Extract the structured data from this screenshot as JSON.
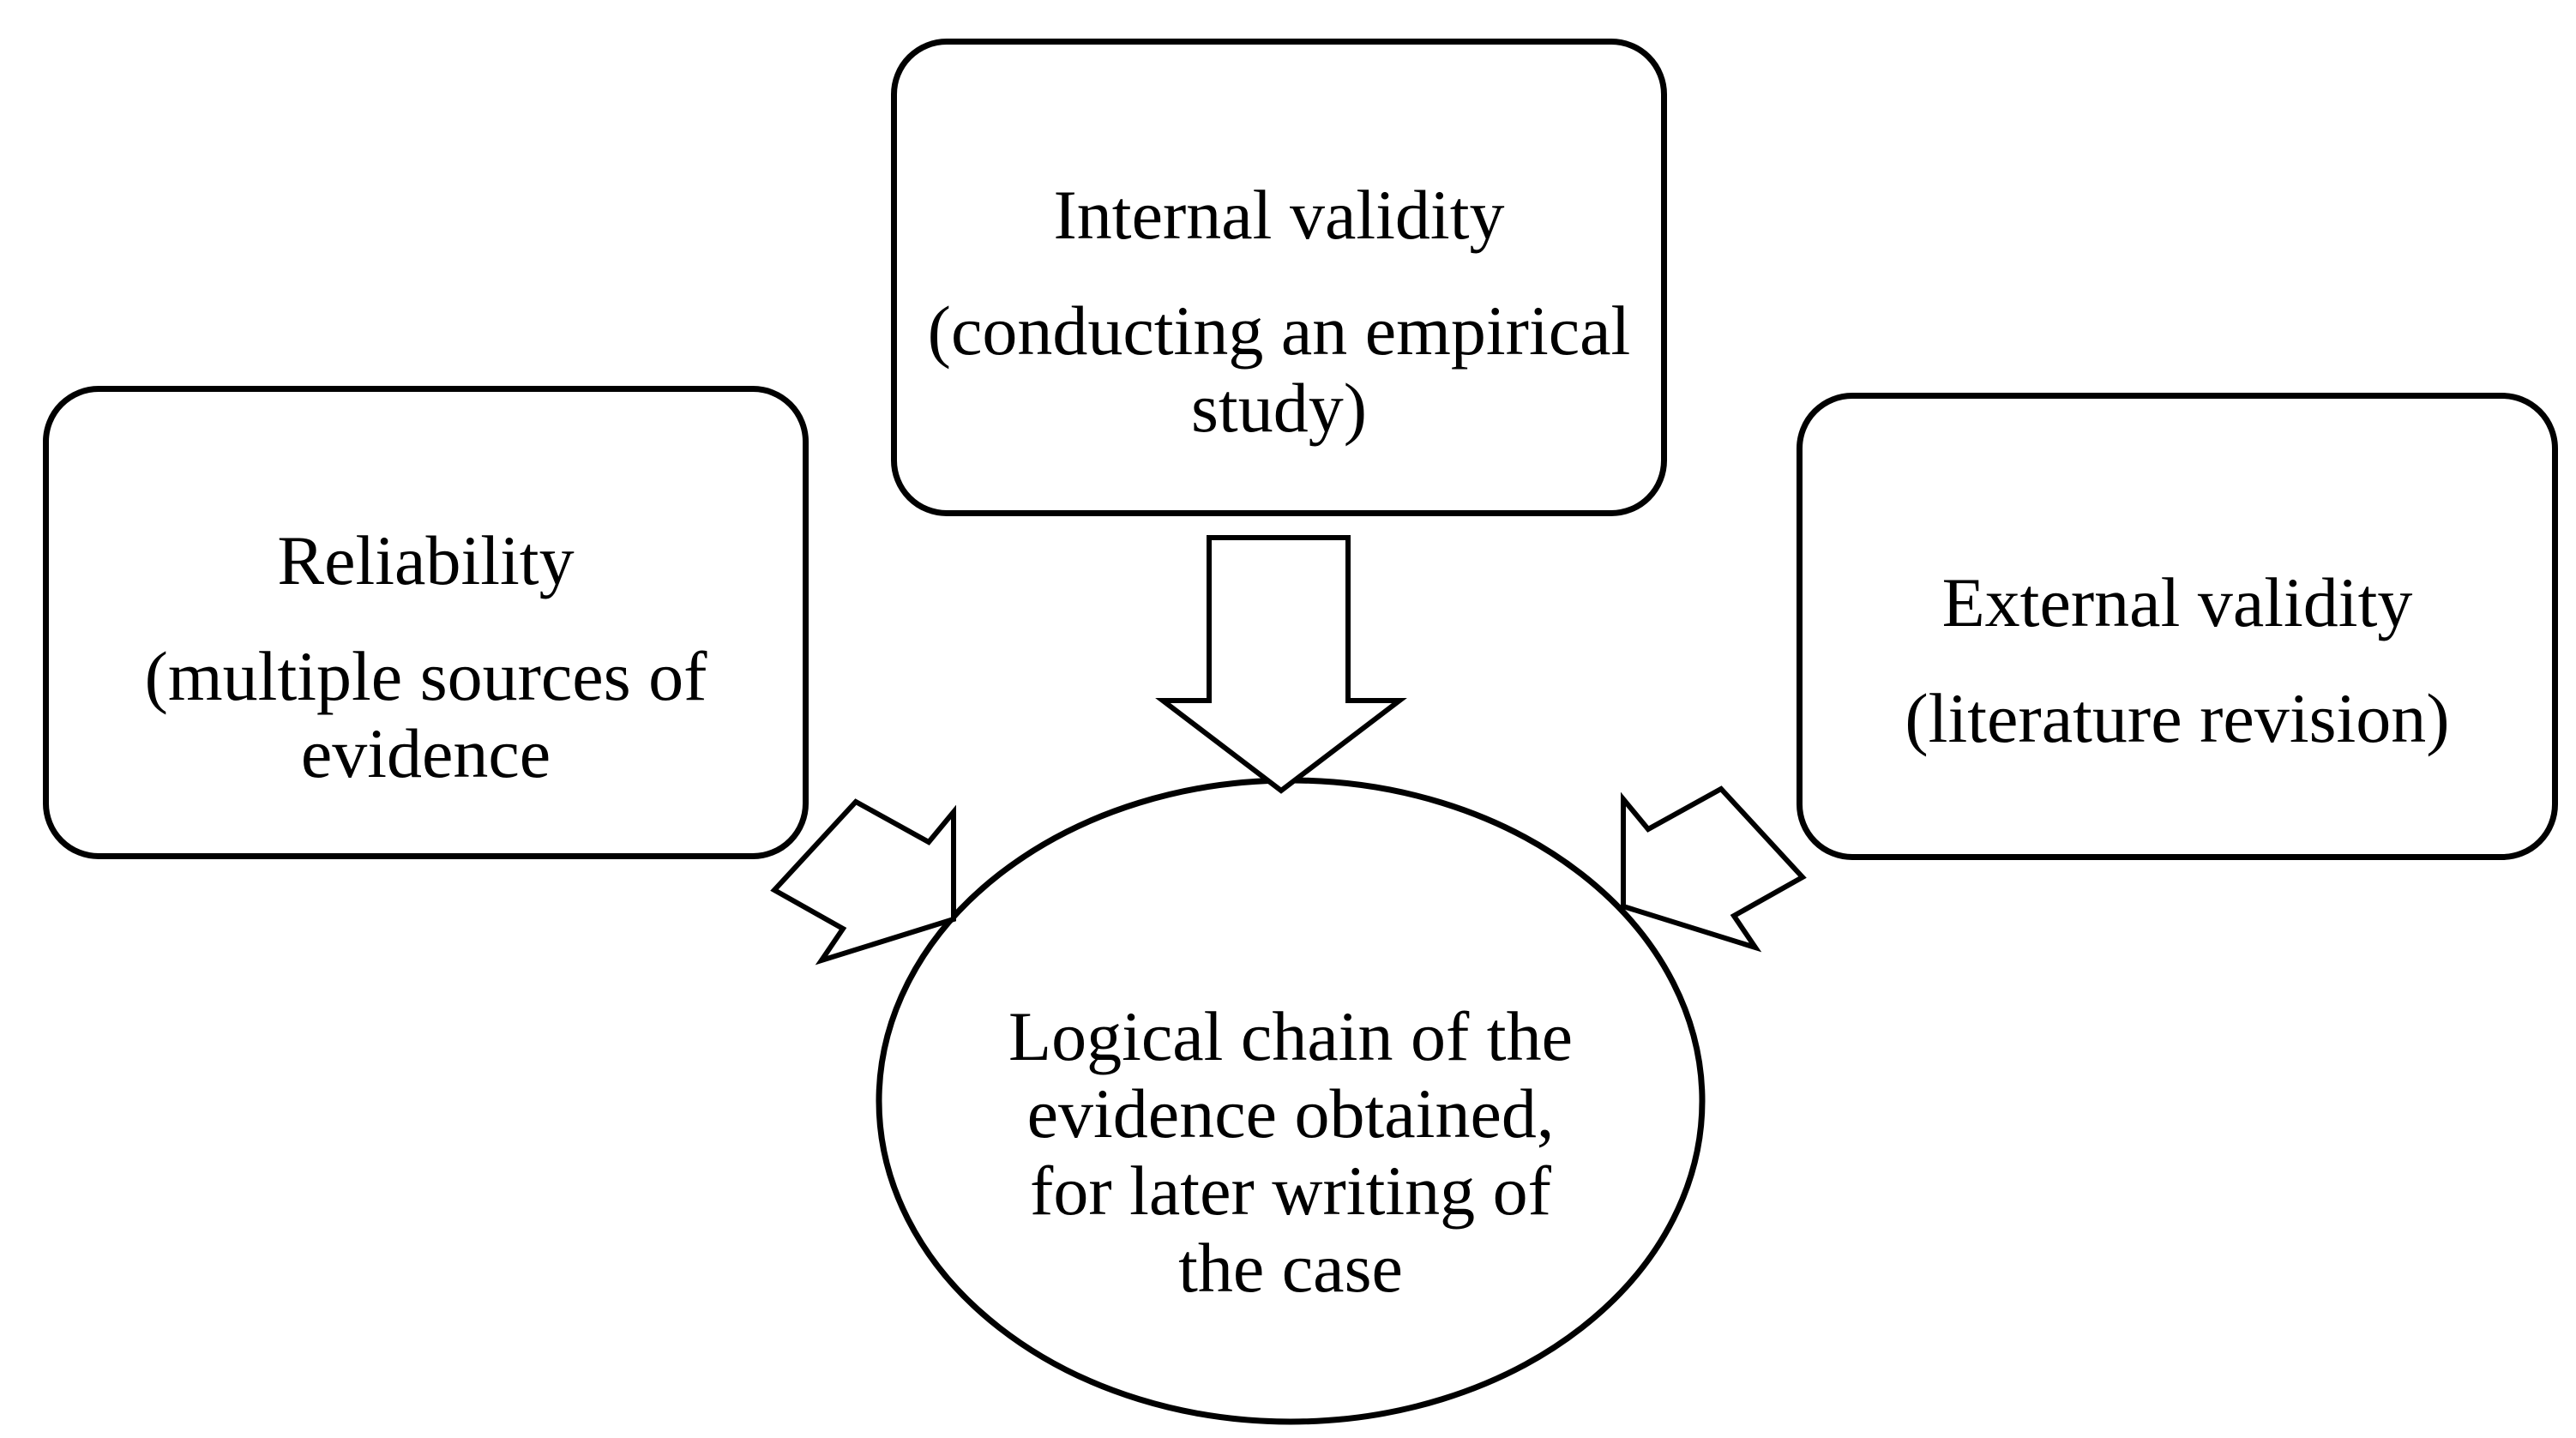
{
  "figure": {
    "colors": {
      "background": "#ffffff",
      "stroke": "#000000",
      "shape_fill": "#ffffff",
      "text": "#000000"
    },
    "boxes": {
      "reliability": {
        "title": "Reliability",
        "subtitle_lines": [
          "(multiple sources of",
          "evidence"
        ]
      },
      "internal": {
        "title": "Internal validity",
        "subtitle_lines": [
          "(conducting an empirical",
          "study)"
        ]
      },
      "external": {
        "title": "External validity",
        "subtitle_lines": [
          "(literature revision)"
        ]
      }
    },
    "ellipse": {
      "lines": [
        "Logical chain of the",
        "evidence obtained,",
        "for later writing of",
        "the case"
      ]
    },
    "arrows": [
      {
        "name": "internal-validity-to-ellipse",
        "direction": "down"
      },
      {
        "name": "reliability-to-ellipse",
        "direction": "down-right"
      },
      {
        "name": "external-validity-to-ellipse",
        "direction": "down-left"
      }
    ]
  }
}
